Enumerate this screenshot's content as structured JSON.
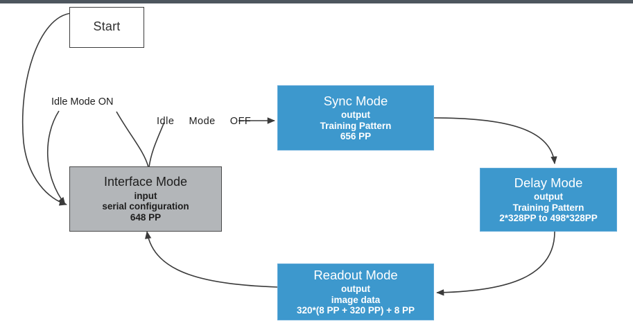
{
  "diagram": {
    "title_bar_color": "#4d565e",
    "background": "#ffffff",
    "accent_blue": "#3d98cd",
    "accent_blue_border": "#5fa8d8",
    "gray_fill": "#b3b6b9",
    "edge_color": "#3a3a3a",
    "nodes": [
      {
        "id": "start",
        "title": "Start",
        "lines": [],
        "shape": "rect",
        "fill": "white"
      },
      {
        "id": "interface",
        "title": "Interface Mode",
        "lines": [
          "input",
          "serial configuration",
          "648 PP"
        ],
        "shape": "rect",
        "fill": "gray"
      },
      {
        "id": "sync",
        "title": "Sync Mode",
        "lines": [
          "output",
          "Training Pattern",
          "656 PP"
        ],
        "shape": "rect",
        "fill": "blue"
      },
      {
        "id": "delay",
        "title": "Delay Mode",
        "lines": [
          "output",
          "Training Pattern",
          "2*328PP to 498*328PP"
        ],
        "shape": "rect",
        "fill": "blue"
      },
      {
        "id": "readout",
        "title": "Readout Mode",
        "lines": [
          "output",
          "image data",
          "320*(8 PP + 320 PP) + 8 PP"
        ],
        "shape": "rect",
        "fill": "blue"
      }
    ],
    "edge_labels": [
      {
        "id": "idle-on",
        "text": "Idle Mode ON"
      },
      {
        "id": "idle-off",
        "words": [
          "Idle",
          "Mode",
          "OFF"
        ]
      }
    ],
    "edges": [
      {
        "from": "start",
        "to": "interface",
        "label": ""
      },
      {
        "from": "interface",
        "to": "interface",
        "label": "Idle Mode ON"
      },
      {
        "from": "interface",
        "to": "sync",
        "label": "Idle Mode OFF"
      },
      {
        "from": "sync",
        "to": "delay",
        "label": ""
      },
      {
        "from": "delay",
        "to": "readout",
        "label": ""
      },
      {
        "from": "readout",
        "to": "interface",
        "label": ""
      }
    ]
  }
}
